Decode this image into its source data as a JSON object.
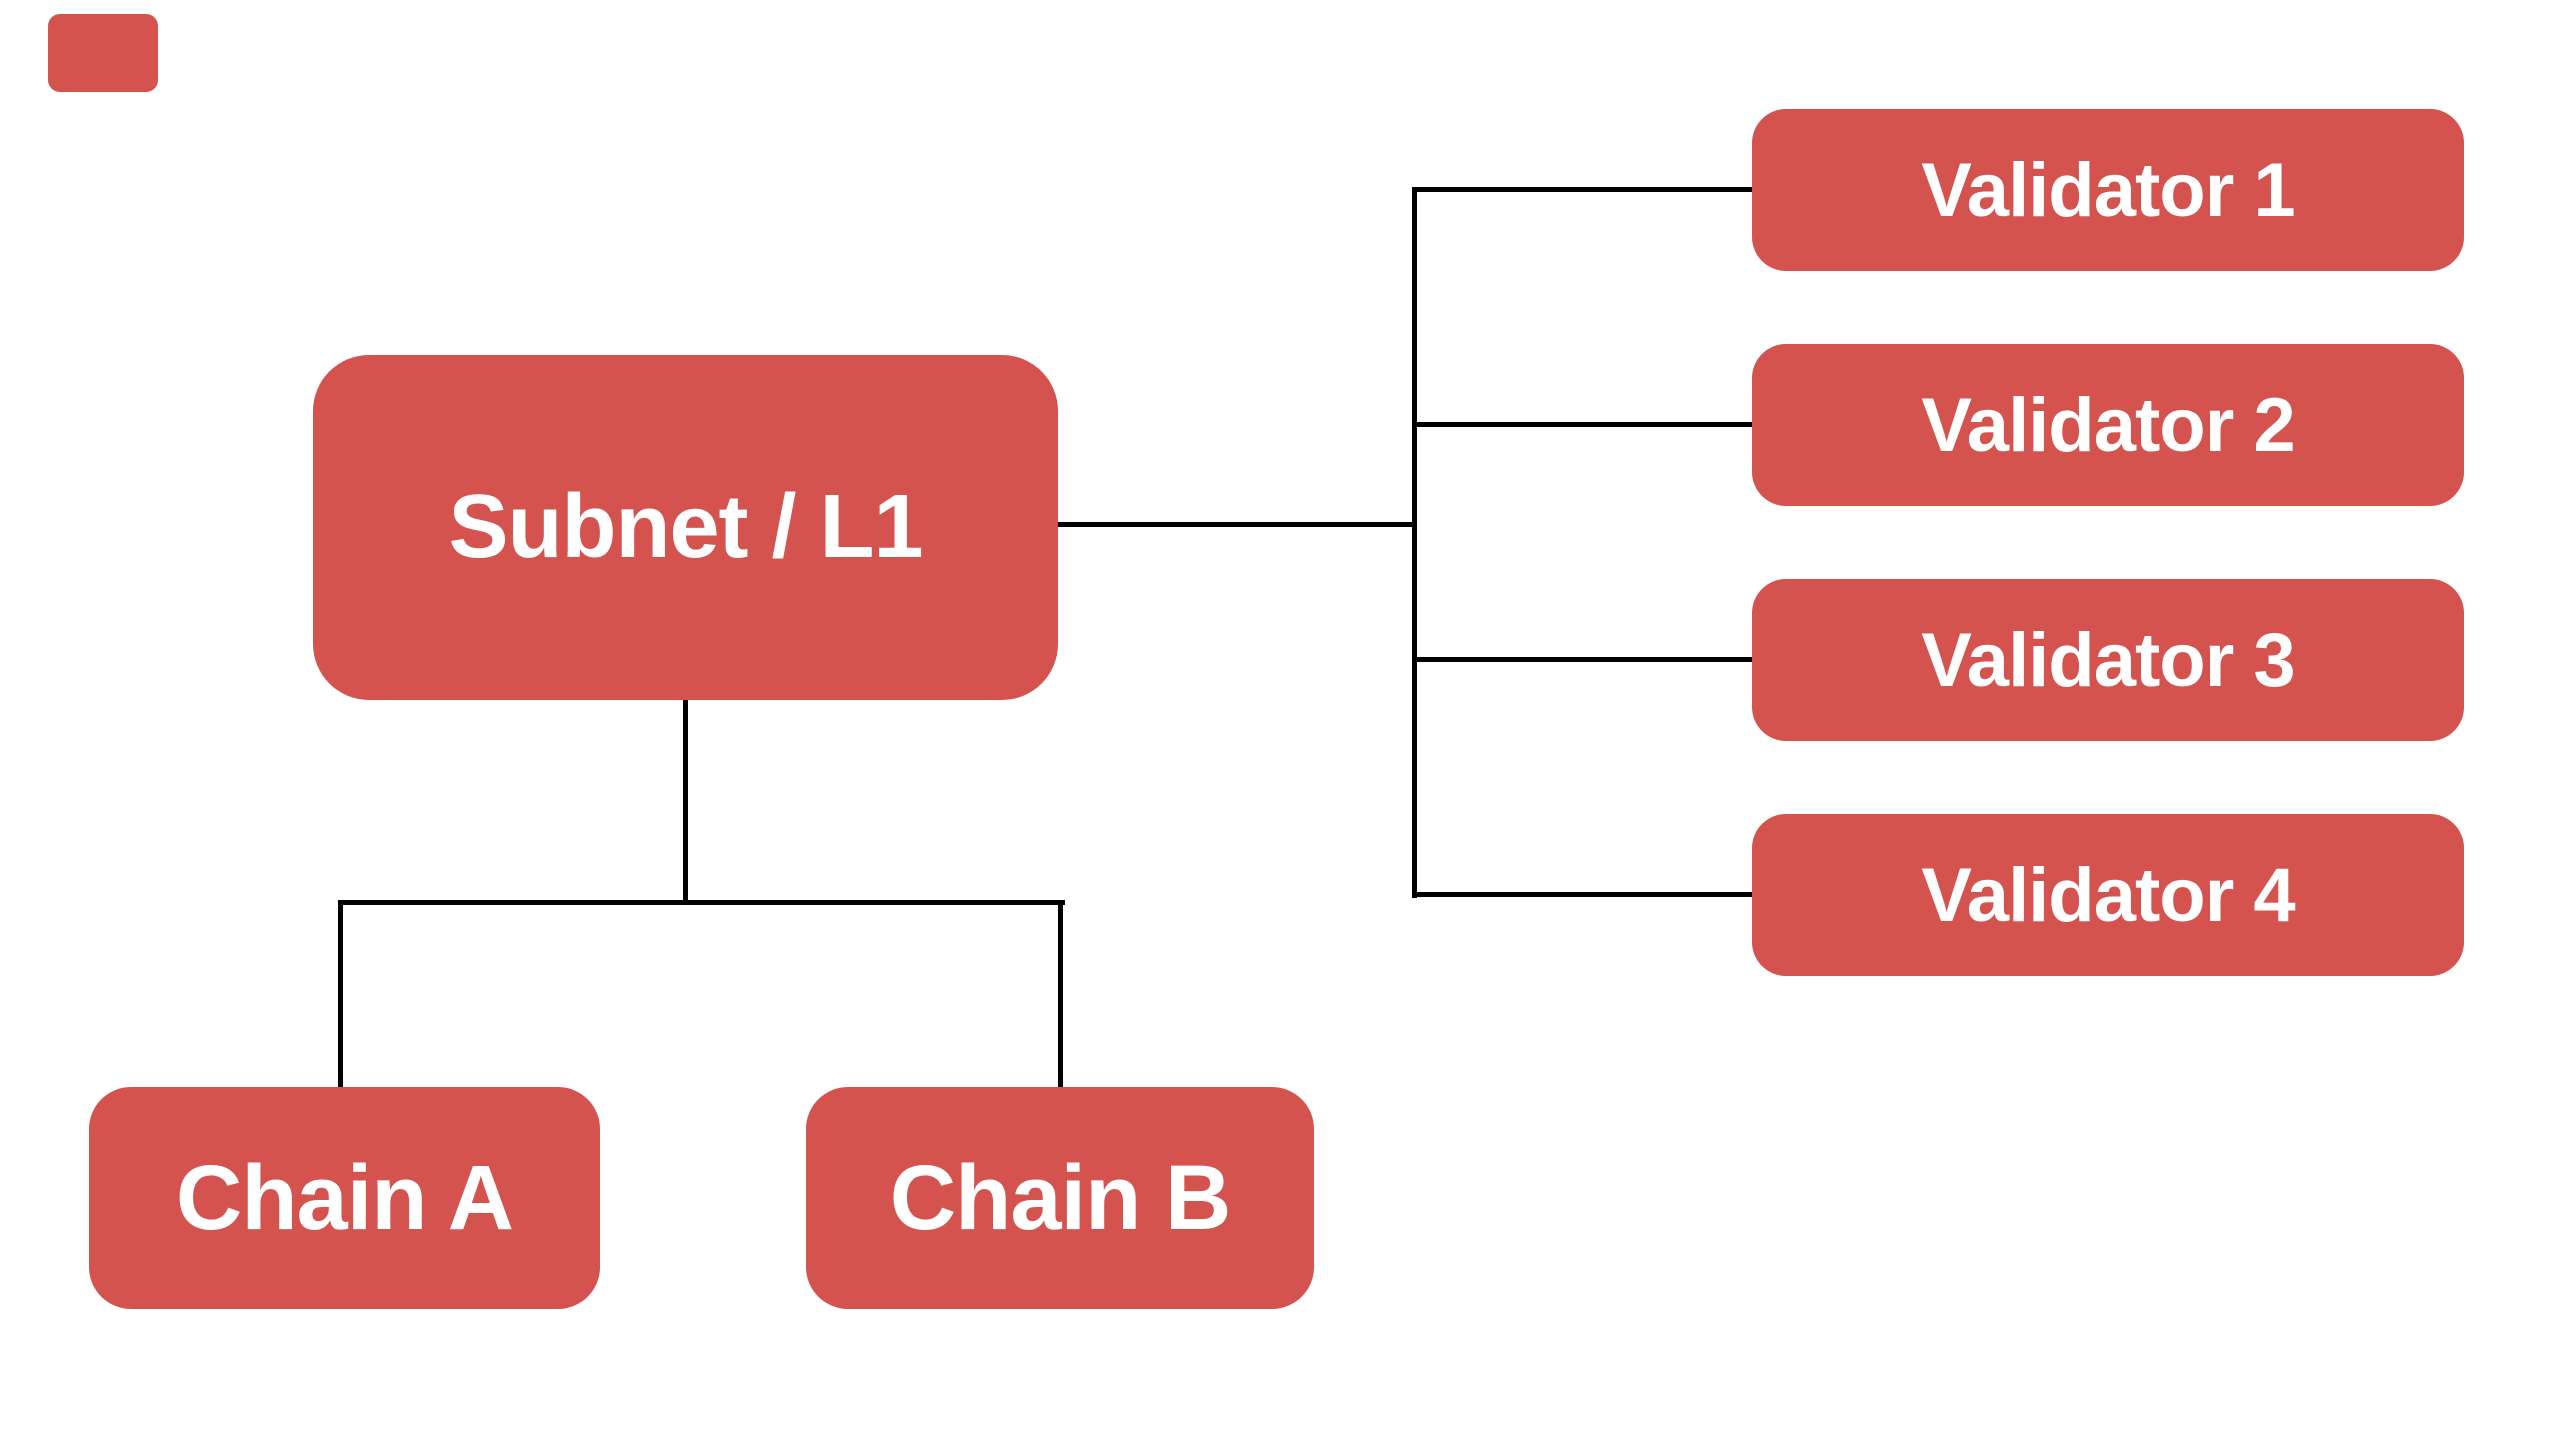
{
  "diagram": {
    "colors": {
      "node_fill": "#D4534E",
      "node_text": "#FFFFFF",
      "connector": "#000000",
      "background": "#FFFFFF"
    },
    "nodes": {
      "subnet": {
        "label": "Subnet / L1"
      },
      "validators": [
        {
          "label": "Validator 1"
        },
        {
          "label": "Validator 2"
        },
        {
          "label": "Validator 3"
        },
        {
          "label": "Validator 4"
        }
      ],
      "chains": [
        {
          "label": "Chain A"
        },
        {
          "label": "Chain B"
        }
      ]
    }
  }
}
